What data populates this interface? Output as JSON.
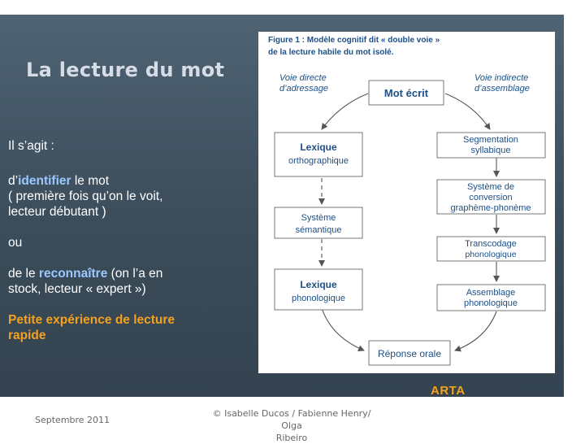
{
  "slide": {
    "title": "La  lecture du mot",
    "intro": "Il s’agit  :",
    "identify": {
      "before": "d’",
      "keyword": "identifier",
      "after1": "  le mot",
      "after2": "( première fois qu’on le voit,",
      "after3": "lecteur débutant )"
    },
    "or_word": "ou",
    "recognize": {
      "before": "de le ",
      "keyword": "reconnaître",
      "after1": "  (on l’a en",
      "after2": "stock,  lecteur « expert »)"
    },
    "experience_line1": "Petite expérience de lecture",
    "experience_line2": "rapide",
    "credit": "ARTA"
  },
  "figure": {
    "caption_line1": "Figure  1 : Modèle  cognitif  dit « double  voie »",
    "caption_line2": "de  la lecture habile du  mot isolé.",
    "direct_route_line1": "Voie directe",
    "direct_route_line2": "d’adressage",
    "indirect_route_line1": "Voie indirecte",
    "indirect_route_line2": "d’assemblage",
    "nodes": {
      "mot_ecrit": "Mot écrit",
      "lexique_ortho_1": "Lexique",
      "lexique_ortho_2": "orthographique",
      "systeme_sem_1": "Système",
      "systeme_sem_2": "sémantique",
      "lexique_phono_1": "Lexique",
      "lexique_phono_2": "phonologique",
      "segmentation_1": "Segmentation",
      "segmentation_2": "syllabique",
      "conversion_1": "Système de",
      "conversion_2": "conversion",
      "conversion_3": "graphème-phonème",
      "transcodage_1": "Transcodage",
      "transcodage_2": "phonologique",
      "assemblage_1": "Assemblage",
      "assemblage_2": "phonologique",
      "reponse": "Réponse orale"
    }
  },
  "footer": {
    "date": "Septembre 2011",
    "authors_line1": "© Isabelle Ducos / Fabienne Henry/ Olga",
    "authors_line2": "Ribeiro"
  }
}
